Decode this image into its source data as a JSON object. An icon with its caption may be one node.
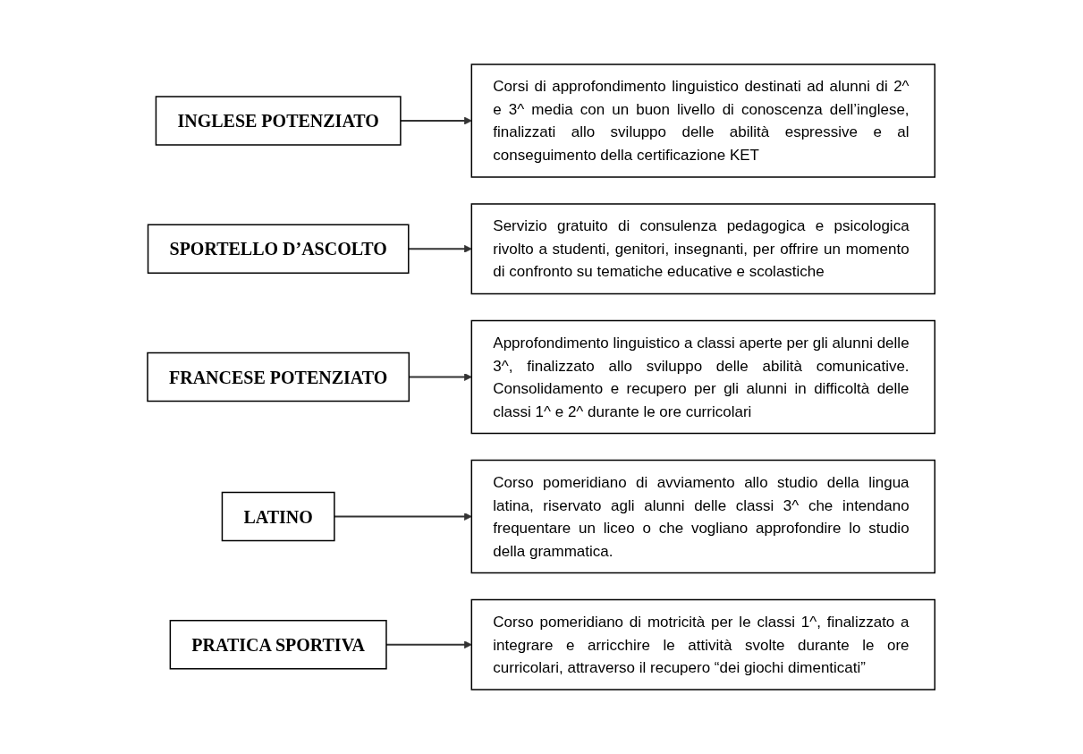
{
  "diagram": {
    "nodes": [
      {
        "text": [
          "INGLESE POTENZIATO"
        ]
      },
      {
        "text": [
          "Corsi di approfondimento linguistico destinati ad alunni di 2^ e 3^ media con un buon livello di conoscenza dell’inglese, finalizzati allo sviluppo delle abilità espressive e al conseguimento della certificazione KET"
        ]
      },
      {
        "text": [
          "SPORTELLO D’ASCOLTO"
        ]
      },
      {
        "text": [
          "Servizio gratuito di consulenza pedagogica e psicologica rivolto a studenti, genitori, insegnanti, per offrire un momento di confronto su tematiche educative e scolastiche"
        ]
      },
      {
        "text": [
          "FRANCESE POTENZIATO"
        ]
      },
      {
        "text": [
          "Approfondimento linguistico a classi aperte per gli alunni delle 3^, finalizzato allo sviluppo delle abilità comunicative. Consolidamento e recupero per gli alunni in difficoltà delle classi 1^ e 2^ durante le ore curricolari"
        ]
      },
      {
        "text": [
          "LATINO"
        ]
      },
      {
        "text": [
          "Corso pomeridiano di avviamento allo studio della lingua latina, riservato agli alunni delle classi 3^ che intendano frequentare un liceo o che vogliano approfondire lo studio della grammatica."
        ]
      },
      {
        "text": [
          "PRATICA SPORTIVA"
        ]
      },
      {
        "text": [
          "Corso pomeridiano di motricità per le classi 1^, finalizzato a integrare e arricchire le attività svolte durante le ore curricolari, attraverso il recupero “dei giochi dimenticati”"
        ]
      }
    ],
    "edges": [
      {
        "from": 0,
        "to": 1,
        "arrow": "to"
      },
      {
        "from": 2,
        "to": 3,
        "arrow": "to"
      },
      {
        "from": 4,
        "to": 5,
        "arrow": "to"
      },
      {
        "from": 6,
        "to": 7,
        "arrow": "to"
      },
      {
        "from": 8,
        "to": 9,
        "arrow": "to"
      }
    ]
  }
}
